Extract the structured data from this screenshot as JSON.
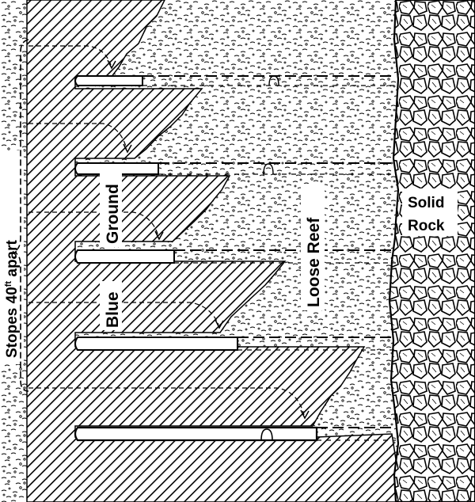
{
  "labels": {
    "blue": "Blue",
    "ground": "Ground",
    "loose_reef": "Loose Reef",
    "solid": "Solid",
    "rock": "Rock",
    "stopes_prefix": "Stopes 40",
    "stopes_sup": "ft",
    "stopes_suffix": " apart"
  },
  "colors": {
    "ink": "#000000",
    "paper": "#ffffff"
  }
}
